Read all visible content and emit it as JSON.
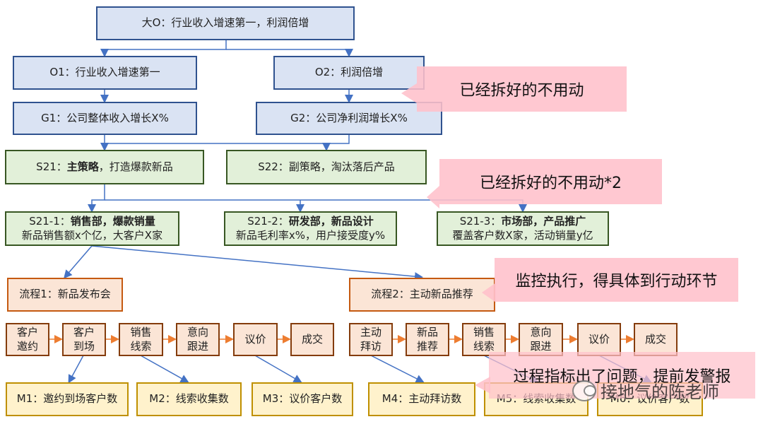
{
  "top": {
    "label": "大O：行业收入增速第一，利润倍增"
  },
  "objectives": {
    "o1": "O1：行业收入增速第一",
    "o2": "O2：利润倍增"
  },
  "goals": {
    "g1": "G1：公司整体收入增长X%",
    "g2": "G2：公司净利润增长X%"
  },
  "strategies": {
    "s21_bold": "主策略",
    "s21_prefix": "S21：",
    "s21_rest": "，打造爆款新品",
    "s22": "S22：副策略，淘汰落后产品"
  },
  "departments": [
    {
      "prefix": "S21-1：",
      "bold": "销售部，爆款销量",
      "sub": "新品销售额x个亿，大客户X家"
    },
    {
      "prefix": "S21-2：",
      "bold": "研发部，新品设计",
      "sub": "新品毛利率x%，用户接受度y%"
    },
    {
      "prefix": "S21-3：",
      "bold": "市场部，产品推广",
      "sub": "覆盖客户数X家，活动销量y亿"
    }
  ],
  "processes": {
    "p1": "流程1：新品发布会",
    "p2": "流程2：主动新品推荐"
  },
  "steps_left": [
    {
      "line1": "客户",
      "line2": "邀约"
    },
    {
      "line1": "客户",
      "line2": "到场"
    },
    {
      "line1": "销售",
      "line2": "线索"
    },
    {
      "line1": "意向",
      "line2": "跟进"
    },
    {
      "line1": "议价",
      "line2": ""
    },
    {
      "line1": "成交",
      "line2": ""
    }
  ],
  "steps_right": [
    {
      "line1": "主动",
      "line2": "拜访"
    },
    {
      "line1": "新品",
      "line2": "推荐"
    },
    {
      "line1": "销售",
      "line2": "线索"
    },
    {
      "line1": "意向",
      "line2": "跟进"
    },
    {
      "line1": "议价",
      "line2": ""
    },
    {
      "line1": "成交",
      "line2": ""
    }
  ],
  "metrics": [
    "M1：邀约到场客户数",
    "M2：线索收集数",
    "M3：议价客户数",
    "M4：主动拜访数",
    "M5：线索收集数",
    "M6：议价客户数"
  ],
  "callouts": {
    "c1": "已经拆好的不用动",
    "c2": "已经拆好的不用动*2",
    "c3": "监控执行，得具体到行动环节",
    "c4": "过程指标出了问题，提前发警报"
  },
  "watermark": "接地气的陈老师",
  "colors": {
    "blue_line": "#4472c4",
    "orange_arrow": "#ed7d31",
    "callout_pink": "#ffc0cb"
  }
}
